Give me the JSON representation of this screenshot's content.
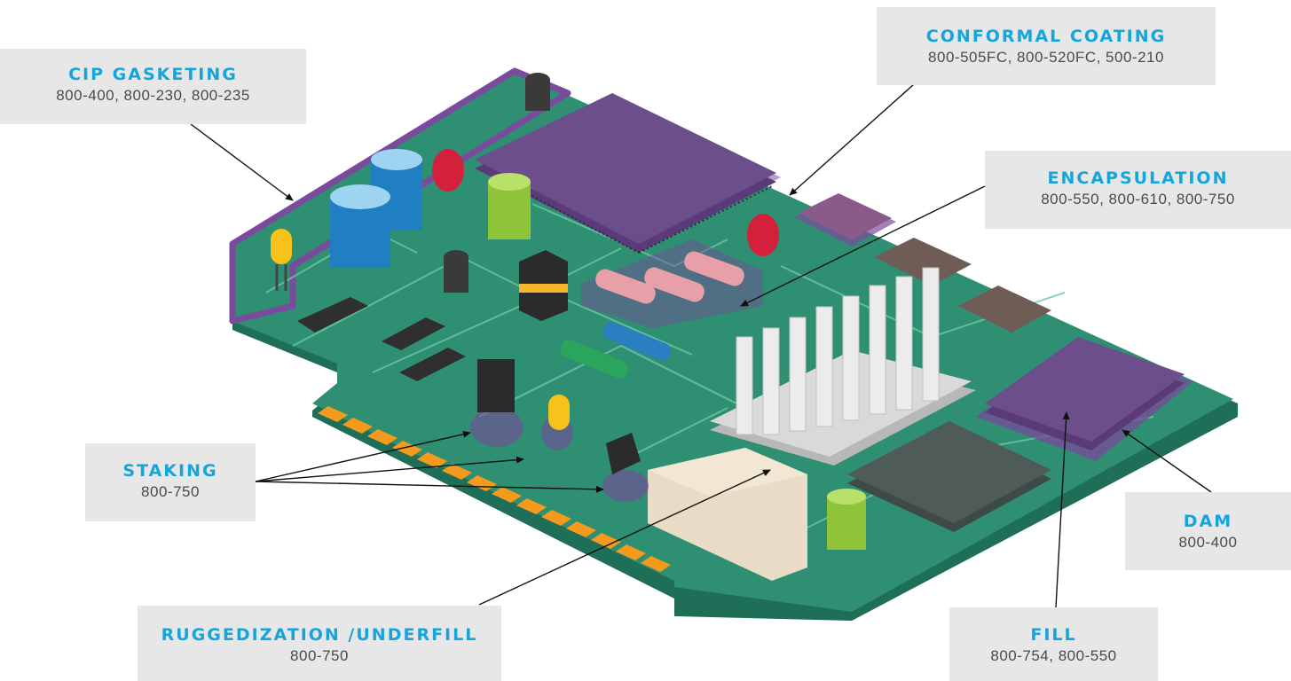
{
  "callouts": {
    "cip_gasketing": {
      "title": "CIP GASKETING",
      "codes": "800-400, 800-230, 800-235"
    },
    "conformal_coating": {
      "title": "CONFORMAL COATING",
      "codes": "800-505FC, 800-520FC, 500-210"
    },
    "encapsulation": {
      "title": "ENCAPSULATION",
      "codes": "800-550, 800-610, 800-750"
    },
    "staking": {
      "title": "STAKING",
      "codes": "800-750"
    },
    "dam": {
      "title": "DAM",
      "codes": "800-400"
    },
    "ruggedization": {
      "title": "RUGGEDIZATION /UNDERFILL",
      "codes": "800-750"
    },
    "fill": {
      "title": "FILL",
      "codes": "800-754, 800-550"
    }
  },
  "colors": {
    "board": "#2f8f72",
    "board_edge": "#1f6e57",
    "trace": "#6fc6a6",
    "coating": "#7a4a9c",
    "gold_fingers": "#f49a1c",
    "title_blue": "#14a5dc",
    "label_bg": "#e7e7e7"
  }
}
